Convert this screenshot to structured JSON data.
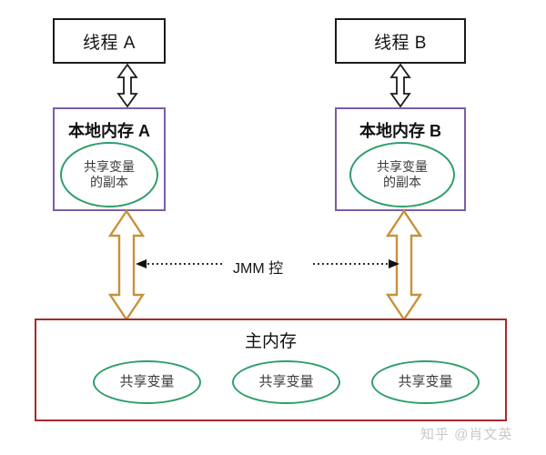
{
  "diagram": {
    "title_hidden": "",
    "threads": [
      {
        "id": "thread-a",
        "label": "线程 A"
      },
      {
        "id": "thread-b",
        "label": "线程 B"
      }
    ],
    "local_memories": [
      {
        "id": "local-memory-a",
        "title": "本地内存 A",
        "variable_copy": "共享变量\n的副本"
      },
      {
        "id": "local-memory-b",
        "title": "本地内存 B",
        "variable_copy": "共享变量\n的副本"
      }
    ],
    "main_memory": {
      "title": "主内存",
      "shared_variables": [
        {
          "label": "共享变量"
        },
        {
          "label": "共享变量"
        },
        {
          "label": "共享变量"
        }
      ]
    },
    "jmm": {
      "label": "JMM 控"
    },
    "watermark": "知乎 @肖文英"
  },
  "colors": {
    "thread_border": "#1b1b1b",
    "local_memory_border": "#7b5ea7",
    "main_memory_border": "#a82a2a",
    "ellipse_border": "#2e9e6b",
    "black_arrow": "#1b1b1b",
    "orange_arrow": "#c8913a",
    "dotted_arrow": "#111111",
    "watermark": "#c9c9c9",
    "background": "#ffffff"
  }
}
